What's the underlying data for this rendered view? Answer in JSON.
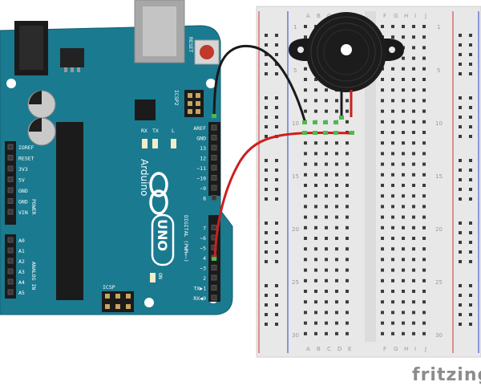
{
  "board": {
    "brand": "Arduino",
    "model": "UNO",
    "reset_label": "RESET",
    "icsp_label": "ICSP",
    "icsp2_label": "ICSP2",
    "on_label": "ON",
    "l_label": "L",
    "tx_label": "TX",
    "rx_label": "RX",
    "digital_label": "DIGITAL (PWM=~)",
    "power_label": "POWER",
    "analog_label": "ANALOG IN",
    "digital_pins": [
      "AREF",
      "GND",
      "13",
      "12",
      "~11",
      "~10",
      "~9",
      "8",
      "",
      "7",
      "~6",
      "~5",
      "4",
      "~3",
      "2",
      "TX▶1",
      "RX◀0"
    ],
    "power_pins": [
      "IOREF",
      "RESET",
      "3V3",
      "5V",
      "GND",
      "GND",
      "VIN"
    ],
    "analog_pins": [
      "A0",
      "A1",
      "A2",
      "A3",
      "A4",
      "A5"
    ]
  },
  "breadboard": {
    "columns_left": [
      "A",
      "B",
      "C",
      "D",
      "E"
    ],
    "columns_right": [
      "F",
      "G",
      "H",
      "I",
      "J"
    ],
    "row_numbers": [
      "1",
      "5",
      "10",
      "15",
      "20",
      "25",
      "30"
    ]
  },
  "wires": {
    "black": "#1a1a1a",
    "red": "#cc1f1f"
  },
  "colors": {
    "board": "#1a7a90",
    "breadboard": "#ececec",
    "rail_red": "#d9534f",
    "rail_blue": "#4a5fcf",
    "connected_hole": "#4cbb4c"
  },
  "watermark": "fritzing"
}
